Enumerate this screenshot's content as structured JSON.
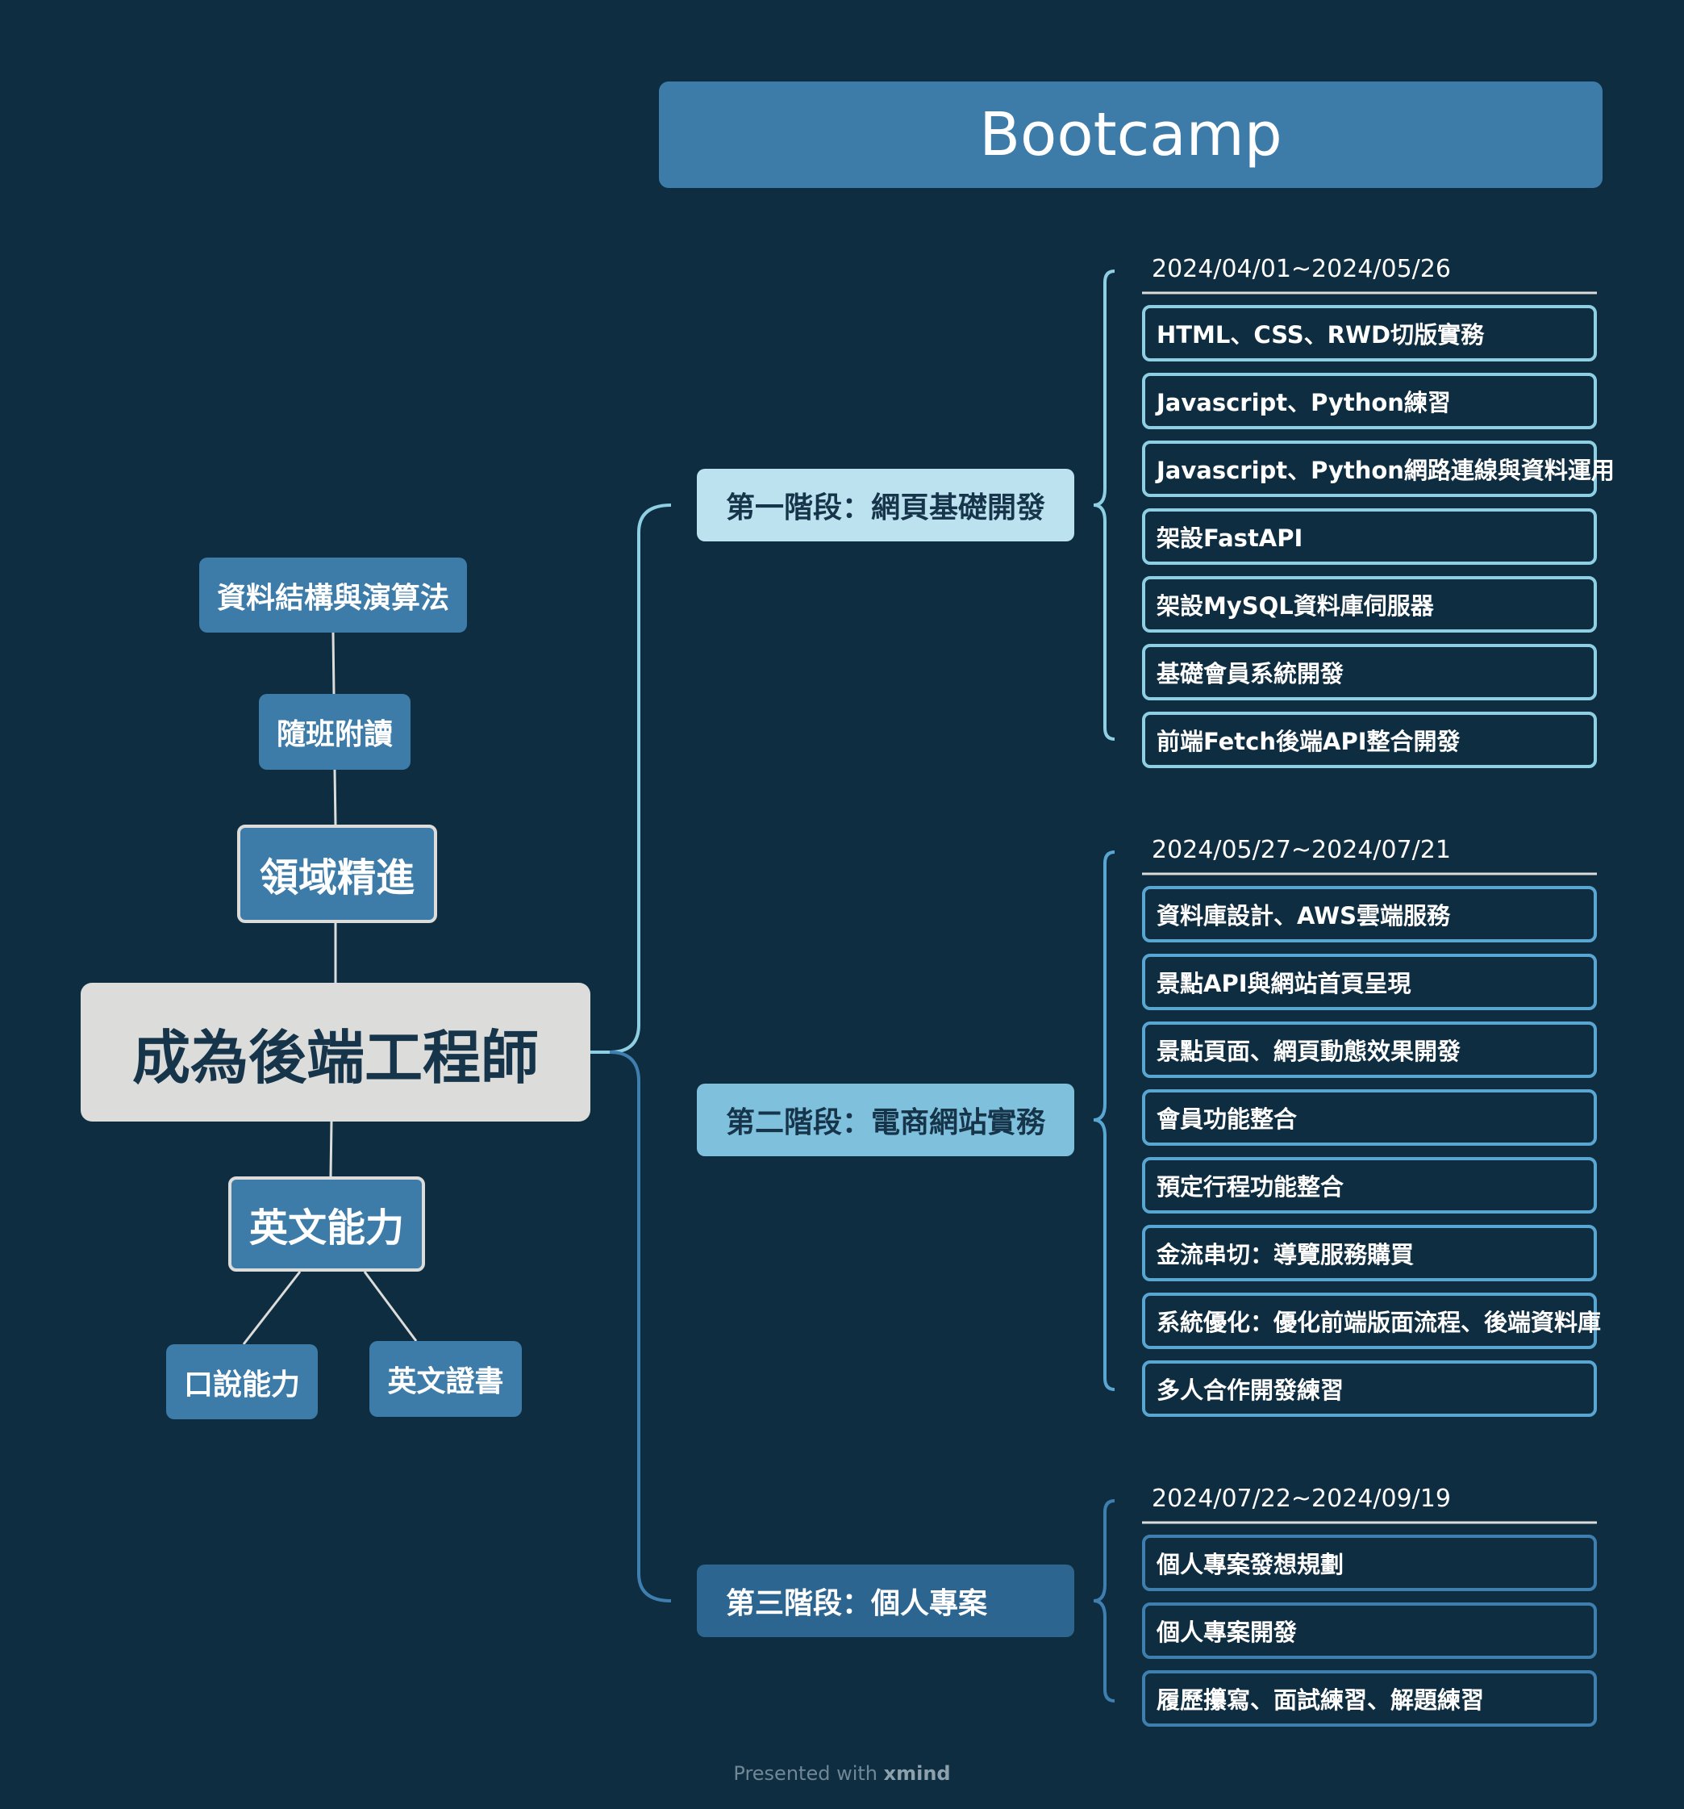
{
  "banner": {
    "title": "Bootcamp"
  },
  "root": {
    "label": "成為後端工程師"
  },
  "left_branch": {
    "top": {
      "label": "領域精進",
      "children": [
        "隨班附讀",
        "資料結構與演算法"
      ]
    },
    "bottom": {
      "label": "英文能力",
      "children": [
        "口說能力",
        "英文證書"
      ]
    }
  },
  "stages": [
    {
      "label": "第一階段：網頁基礎開發",
      "dates": "2024/04/01~2024/05/26",
      "items": [
        "HTML、CSS、RWD切版實務",
        "Javascript、Python練習",
        "Javascript、Python網路連線與資料運用",
        "架設FastAPI",
        "架設MySQL資料庫伺服器",
        "基礎會員系統開發",
        "前端Fetch後端API整合開發"
      ]
    },
    {
      "label": "第二階段：電商網站實務",
      "dates": "2024/05/27~2024/07/21",
      "items": [
        "資料庫設計、AWS雲端服務",
        "景點API與網站首頁呈現",
        "景點頁面、網頁動態效果開發",
        "會員功能整合",
        "預定行程功能整合",
        "金流串切：導覽服務購買",
        "系統優化：優化前端版面流程、後端資料庫",
        "多人合作開發練習"
      ]
    },
    {
      "label": "第三階段：個人專案",
      "dates": "2024/07/22~2024/09/19",
      "items": [
        "個人專案發想規劃",
        "個人專案開發",
        "履歷攥寫、面試練習、解題練習"
      ]
    }
  ],
  "footer": {
    "prefix": "Presented with",
    "brand": "xmind"
  },
  "colors": {
    "background": "#0e2d40",
    "banner": "#3d7ba8",
    "root": "#dcdcda",
    "stage1": "#bde2ef",
    "stage2": "#7fc1dd",
    "stage3": "#2d6591"
  }
}
